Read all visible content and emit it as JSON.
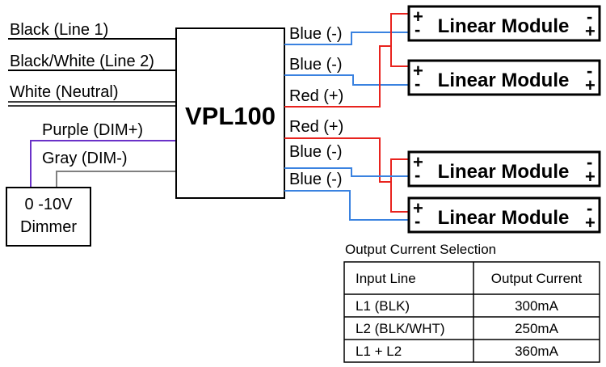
{
  "driver": {
    "label": "VPL100"
  },
  "dimmer": {
    "line1": "0 -10V",
    "line2": "Dimmer"
  },
  "input_wires": {
    "line1": "Black (Line 1)",
    "line2": "Black/White (Line 2)",
    "neutral": "White (Neutral)",
    "dim_plus": "Purple (DIM+)",
    "dim_minus": "Gray (DIM-)"
  },
  "output_wires": {
    "blue_1": "Blue (-)",
    "blue_2": "Blue (-)",
    "red_1": "Red (+)",
    "red_2": "Red (+)",
    "blue_3": "Blue (-)",
    "blue_4": "Blue (-)"
  },
  "modules": [
    {
      "label": "Linear Module",
      "left_sign": "-",
      "right_sign": "+",
      "left_top": "+",
      "right_top": "-"
    },
    {
      "label": "Linear Module",
      "left_sign": "-",
      "right_sign": "+",
      "left_top": "+",
      "right_top": "-"
    },
    {
      "label": "Linear Module",
      "left_sign": "-",
      "right_sign": "+",
      "left_top": "+",
      "right_top": "-"
    },
    {
      "label": "Linear Module",
      "left_sign": "-",
      "right_sign": "+",
      "left_top": "+",
      "right_top": "-"
    }
  ],
  "table": {
    "caption": "Output Current Selection",
    "headers": [
      "Input Line",
      "Output Current"
    ],
    "rows": [
      [
        "L1 (BLK)",
        "300mA"
      ],
      [
        "L2 (BLK/WHT)",
        "250mA"
      ],
      [
        "L1 + L2",
        "360mA"
      ]
    ]
  },
  "colors": {
    "blue": "#3a82e0",
    "red": "#e8231e",
    "purple": "#6a32c8",
    "gray": "#808080",
    "black": "#000000"
  }
}
